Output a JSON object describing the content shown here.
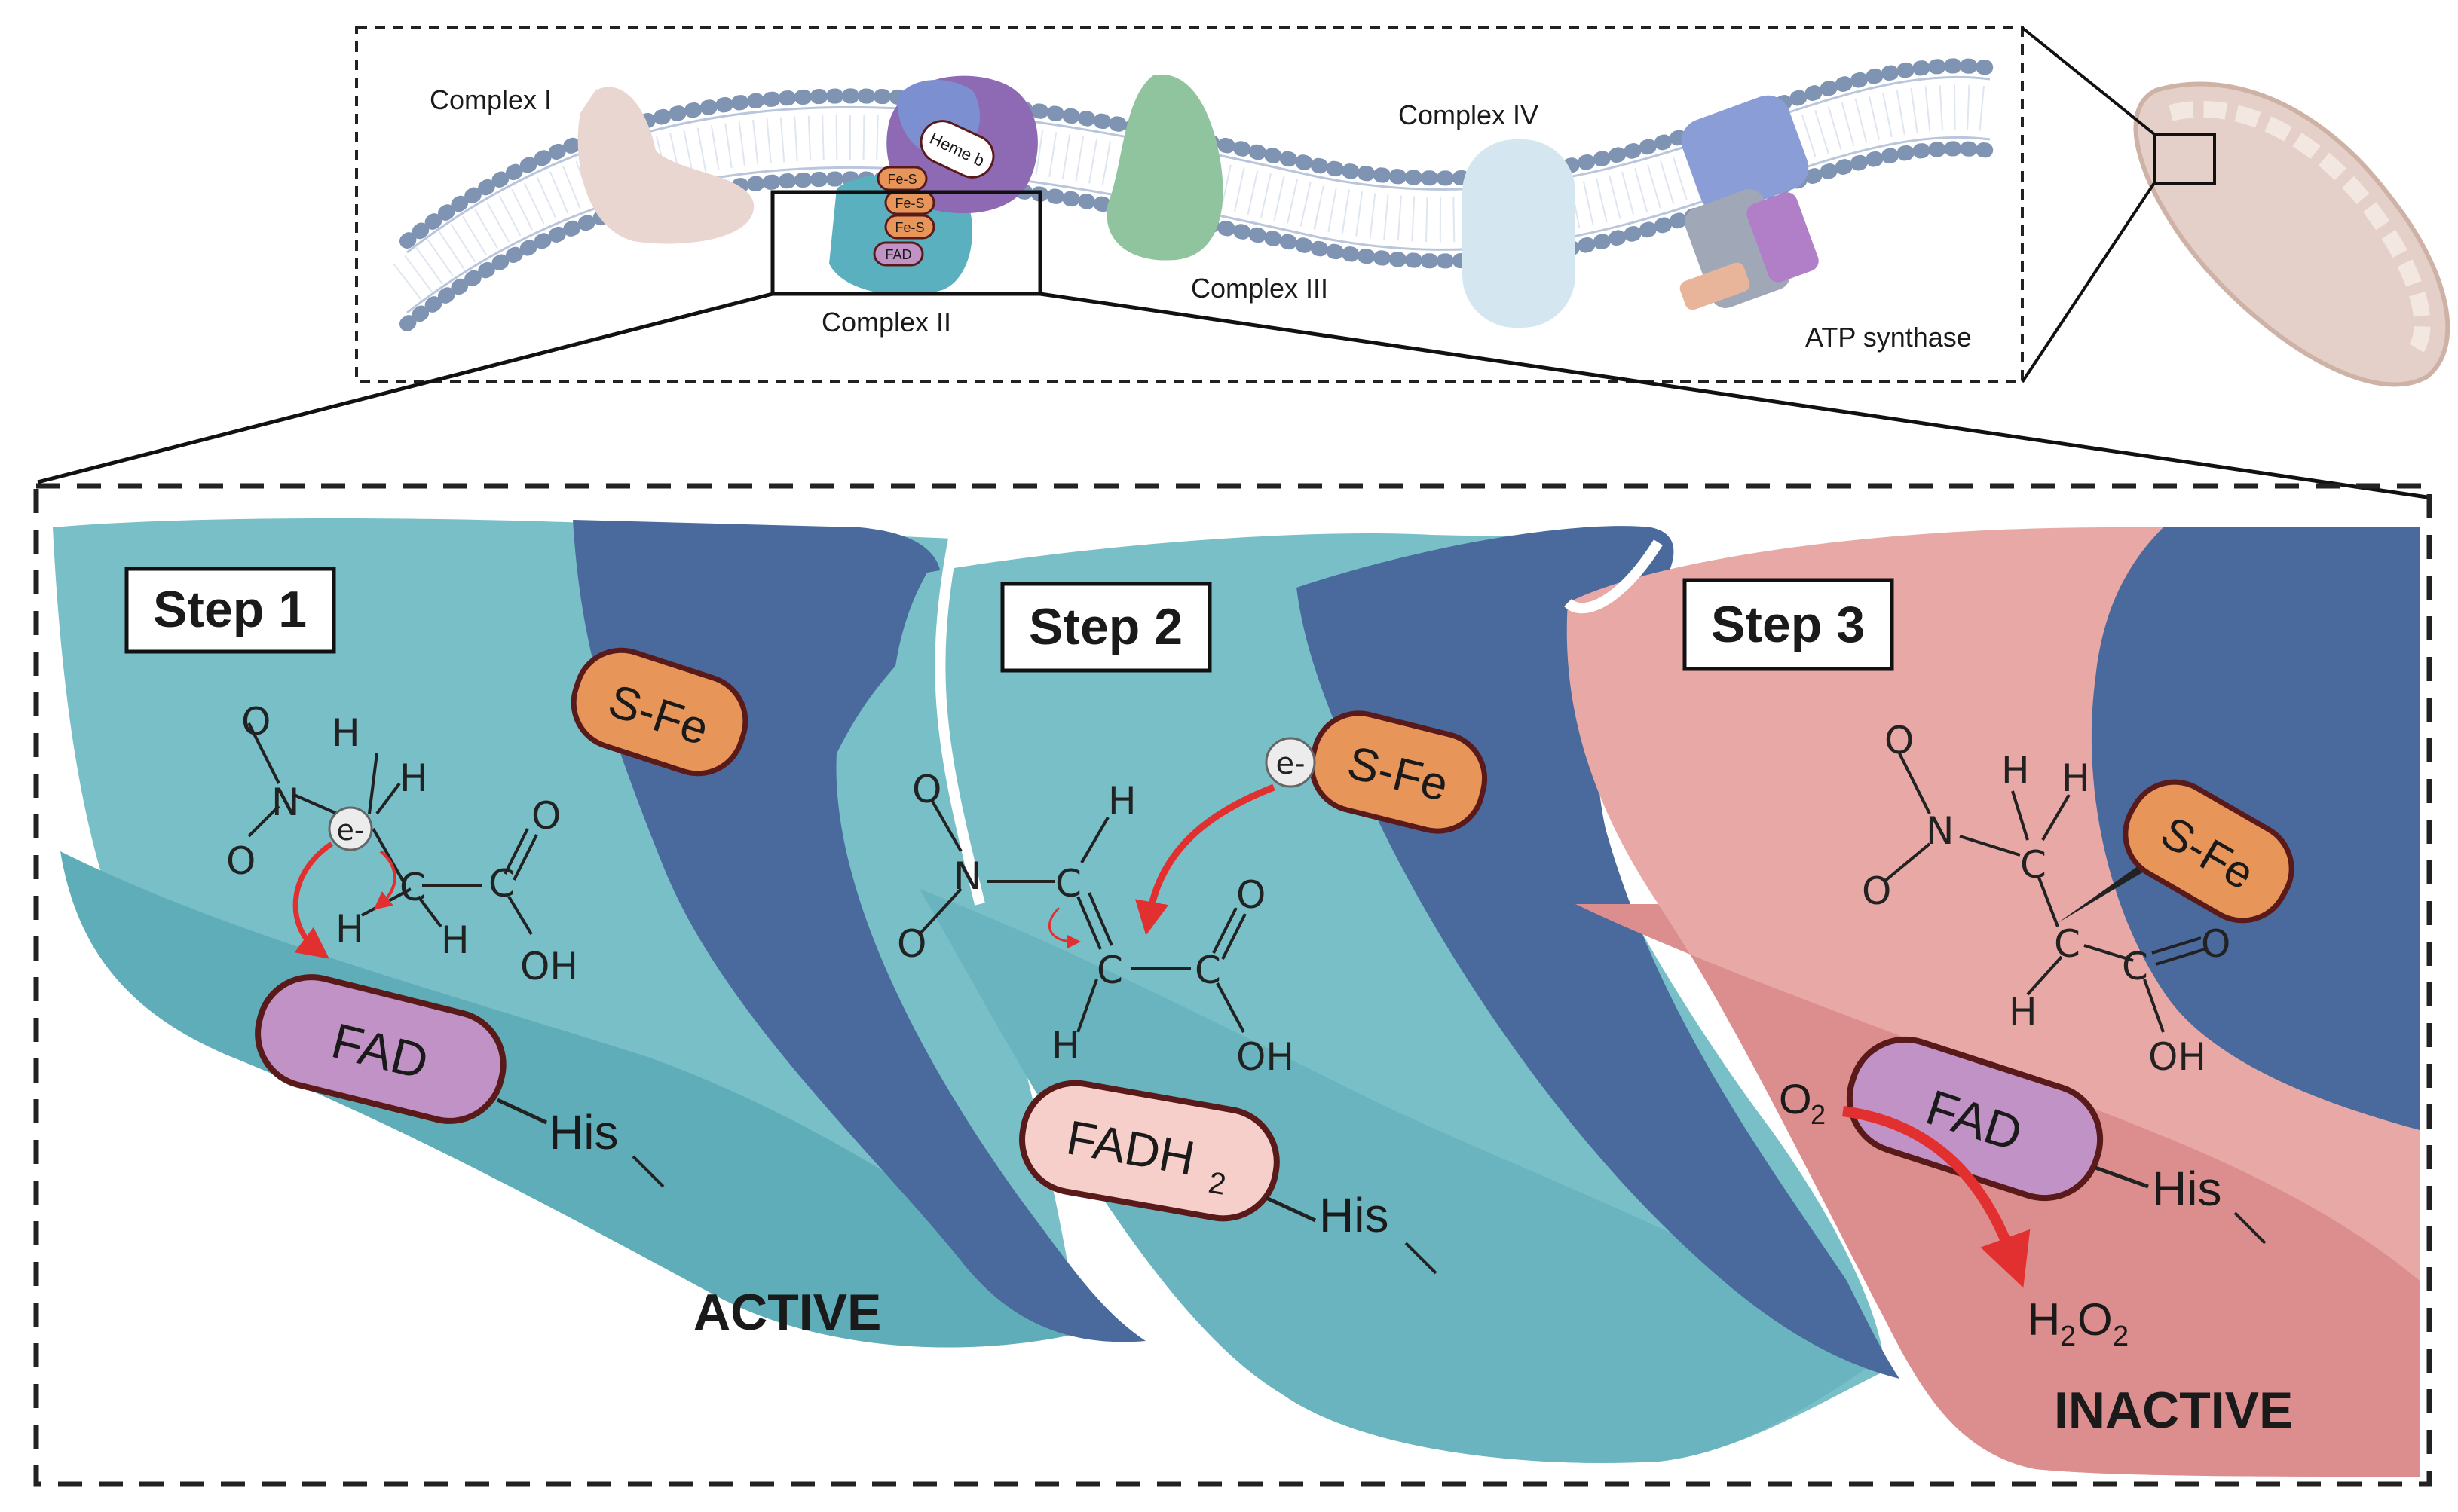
{
  "top_panel": {
    "complex_1": "Complex I",
    "complex_2": "Complex II",
    "complex_3": "Complex III",
    "complex_4": "Complex IV",
    "atp_synthase": "ATP synthase",
    "heme_b": "Heme b",
    "fe_s_1": "Fe-S",
    "fe_s_2": "Fe-S",
    "fe_s_3": "Fe-S",
    "fad": "FAD"
  },
  "steps": [
    {
      "label": "Step 1",
      "cofactor": "FAD",
      "residue": "His",
      "iron_sulfur": "S-Fe",
      "electron": "e-",
      "state": "ACTIVE"
    },
    {
      "label": "Step 2",
      "cofactor_main": "FADH",
      "cofactor_sub": "2",
      "residue": "His",
      "iron_sulfur": "S-Fe",
      "electron": "e-"
    },
    {
      "label": "Step 3",
      "cofactor": "FAD",
      "residue": "His",
      "iron_sulfur": "S-Fe",
      "state": "INACTIVE",
      "oxygen_main": "O",
      "oxygen_sub": "2",
      "peroxide": {
        "a": "H",
        "a_sub": "2",
        "b": "O",
        "b_sub": "2"
      }
    }
  ],
  "atoms": {
    "O": "O",
    "N": "N",
    "C": "C",
    "H": "H",
    "OH": "OH"
  },
  "colors": {
    "teal": "#78bfc8",
    "teal_dark": "#5fadb8",
    "navy": "#4a6a9e",
    "pink": "#e8a8a6",
    "pink_dark": "#dc8e8e",
    "fad_purple": "#c192c6",
    "fe_orange": "#e8955a",
    "border_dark": "#5a1a1a",
    "arrow_red": "#e23030"
  }
}
